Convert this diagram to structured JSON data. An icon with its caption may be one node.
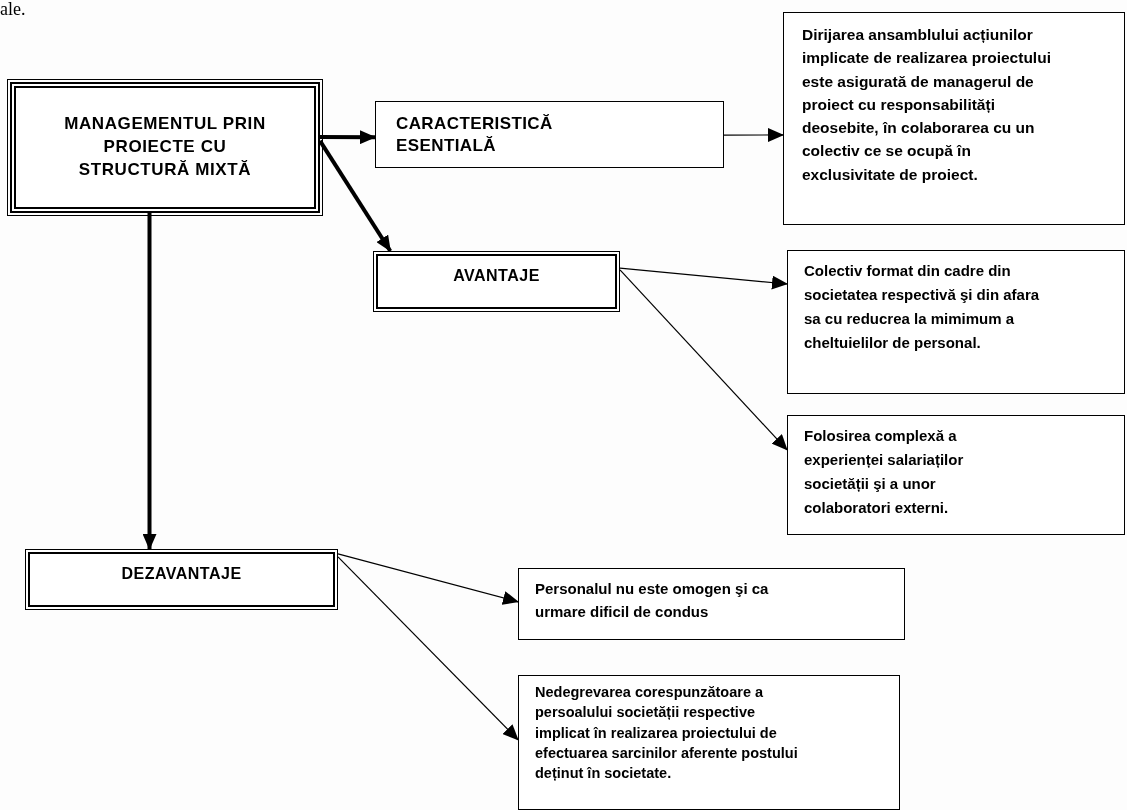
{
  "diagram": {
    "nodes": [
      {
        "text": [
          "MANAGEMENTUL PRIN PROIECTE CU STRUCTURĂ MIXTĂ"
        ]
      },
      {
        "text": [
          "CARACTERISTICĂ ESENTIALĂ"
        ]
      },
      {
        "text": [
          "AVANTAJE"
        ]
      },
      {
        "text": [
          "DEZAVANTAJE"
        ]
      },
      {
        "text": [
          "Dirijarea ansamblului acțiunilor implicate de realizarea proiectului este asigurată de managerul de proiect cu responsabilități deosebite, în colaborarea cu un colectiv ce se ocupă în exclusivitate de proiect."
        ]
      },
      {
        "text": [
          "Colectiv format din cadre din societatea respectivă şi din afara sa cu reducrea la mimimum a cheltuielilor de personal."
        ]
      },
      {
        "text": [
          "Folosirea complexă a experienței salariaților societății şi a unor colaboratori externi."
        ]
      },
      {
        "text": [
          "Personalul nu este omogen şi ca urmare dificil de condus"
        ]
      },
      {
        "text": [
          "Nedegrevarea corespunzătoare a persoalului societății respective implicat în realizarea proiectului de efectuarea sarcinilor aferente postului deținut în societate."
        ]
      }
    ],
    "edges": [
      {
        "from": 0,
        "to": 1,
        "arrow": "to",
        "style": "thick"
      },
      {
        "from": 0,
        "to": 2,
        "arrow": "to",
        "style": "thick"
      },
      {
        "from": 0,
        "to": 3,
        "arrow": "to",
        "style": "thick"
      },
      {
        "from": 1,
        "to": 4,
        "arrow": "to"
      },
      {
        "from": 2,
        "to": 5,
        "arrow": "to"
      },
      {
        "from": 2,
        "to": 6,
        "arrow": "to"
      },
      {
        "from": 3,
        "to": 7,
        "arrow": "to"
      },
      {
        "from": 3,
        "to": 8,
        "arrow": "to"
      }
    ],
    "labels": [
      "ale."
    ]
  }
}
